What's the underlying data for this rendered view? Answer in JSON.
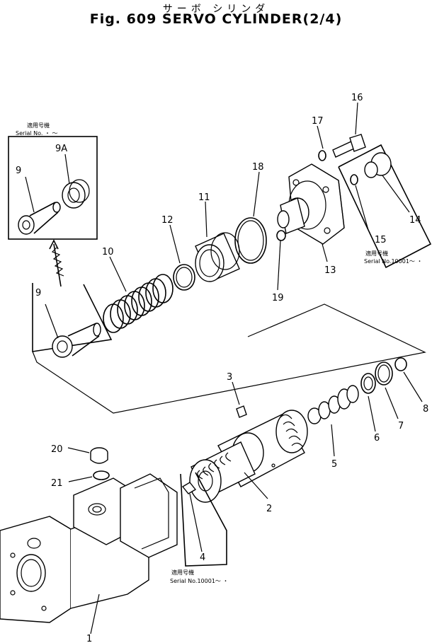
{
  "header": {
    "japanese_title": "サーボ シリンダ",
    "title": "Fig. 609 SERVO CYLINDER(2/4)"
  },
  "callouts": {
    "c1": "1",
    "c2": "2",
    "c3": "3",
    "c4": "4",
    "c5": "5",
    "c6": "6",
    "c7": "7",
    "c8": "8",
    "c9a": "9",
    "c9b": "9",
    "c9A": "9A",
    "c10": "10",
    "c11": "11",
    "c12": "12",
    "c13": "13",
    "c14": "14",
    "c15": "15",
    "c16": "16",
    "c17": "17",
    "c18": "18",
    "c19": "19",
    "c20": "20",
    "c21": "21"
  },
  "serial_notes": {
    "top_left": {
      "jp": "適用号機",
      "serial": "Serial No.  ・ ～"
    },
    "right": {
      "jp": "適用号機",
      "serial": "Serial No.10001～  ・"
    },
    "bottom": {
      "jp": "適用号機",
      "serial": "Serial No.10001～  ・"
    }
  }
}
